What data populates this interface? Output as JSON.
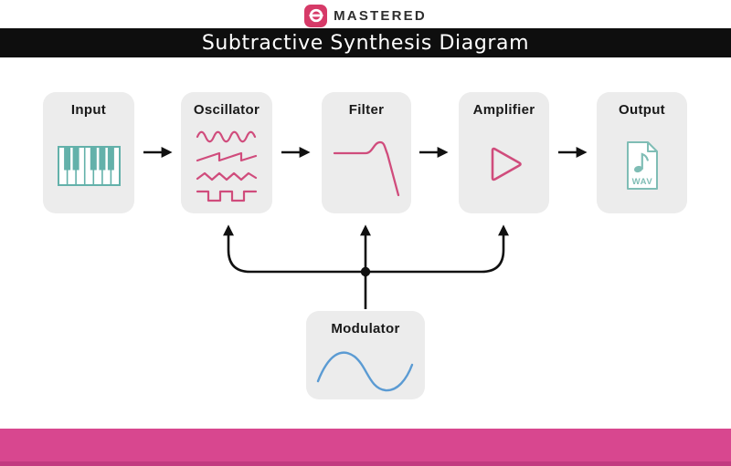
{
  "header": {
    "logo": {
      "icon": "emastered-logo-icon",
      "text": "MASTERED"
    },
    "banner_title": "Subtractive Synthesis Diagram"
  },
  "diagram": {
    "nodes": [
      {
        "id": "input",
        "label": "Input",
        "icon": "piano-keyboard-icon"
      },
      {
        "id": "oscillator",
        "label": "Oscillator",
        "icon": "waveforms-icon"
      },
      {
        "id": "filter",
        "label": "Filter",
        "icon": "filter-response-icon"
      },
      {
        "id": "amplifier",
        "label": "Amplifier",
        "icon": "play-triangle-icon"
      },
      {
        "id": "output",
        "label": "Output",
        "icon": "wav-file-icon",
        "icon_text": "WAV"
      },
      {
        "id": "modulator",
        "label": "Modulator",
        "icon": "sine-wave-icon"
      }
    ],
    "connections": [
      {
        "from": "input",
        "to": "oscillator"
      },
      {
        "from": "oscillator",
        "to": "filter"
      },
      {
        "from": "filter",
        "to": "amplifier"
      },
      {
        "from": "amplifier",
        "to": "output"
      },
      {
        "from": "modulator",
        "to": "oscillator"
      },
      {
        "from": "modulator",
        "to": "filter"
      },
      {
        "from": "modulator",
        "to": "amplifier"
      }
    ]
  },
  "colors": {
    "logo_pink": "#d63a68",
    "banner_bg": "#0e0e0e",
    "node_bg": "#ececec",
    "wave_pink": "#d04c7c",
    "teal": "#63b1aa",
    "wav_teal": "#7fbdb5",
    "modulator_blue": "#5b9bd3",
    "connector_black": "#111111",
    "footer_pink": "#d8478f",
    "footer_pink_dark": "#c23a80"
  }
}
